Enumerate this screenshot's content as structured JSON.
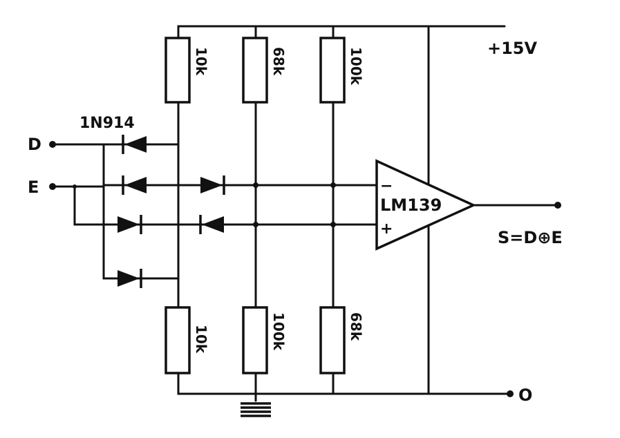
{
  "labels": {
    "supply": "+15V",
    "ground_out": "O",
    "input_d": "D",
    "input_e": "E",
    "diode_type": "1N914",
    "comparator": "LM139",
    "comparator_minus": "−",
    "comparator_plus": "+",
    "output_expr": "S=D⊕E",
    "r_top_1": "10k",
    "r_top_2": "68k",
    "r_top_3": "100k",
    "r_bot_1": "10k",
    "r_bot_2": "100k",
    "r_bot_3": "68k"
  },
  "colors": {
    "ink": "#111111",
    "paper": "#ffffff"
  }
}
